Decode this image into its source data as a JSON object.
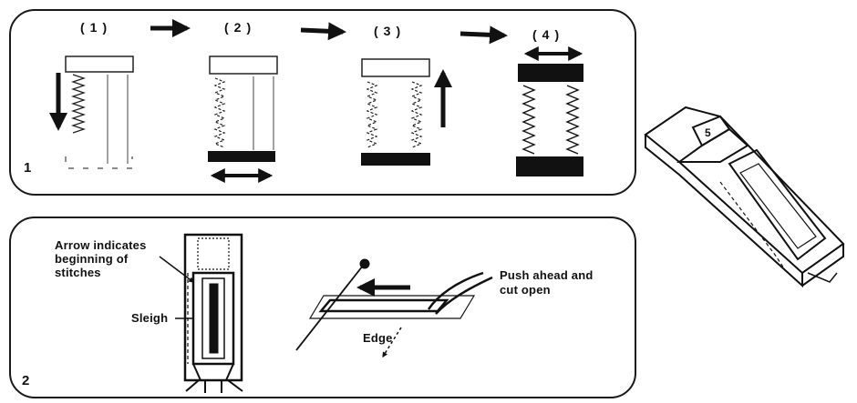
{
  "panel1": {
    "number": "1",
    "steps": [
      {
        "label": "(1)"
      },
      {
        "label": "(2)"
      },
      {
        "label": "(3)"
      },
      {
        "label": "(4)"
      }
    ]
  },
  "panel2": {
    "number": "2",
    "callouts": {
      "arrow_indicates": "Arrow indicates beginning of stitches",
      "sleigh": "Sleigh",
      "push_ahead": "Push ahead and cut open",
      "edge": "Edge"
    }
  },
  "presser_foot": {
    "marking": "5"
  }
}
